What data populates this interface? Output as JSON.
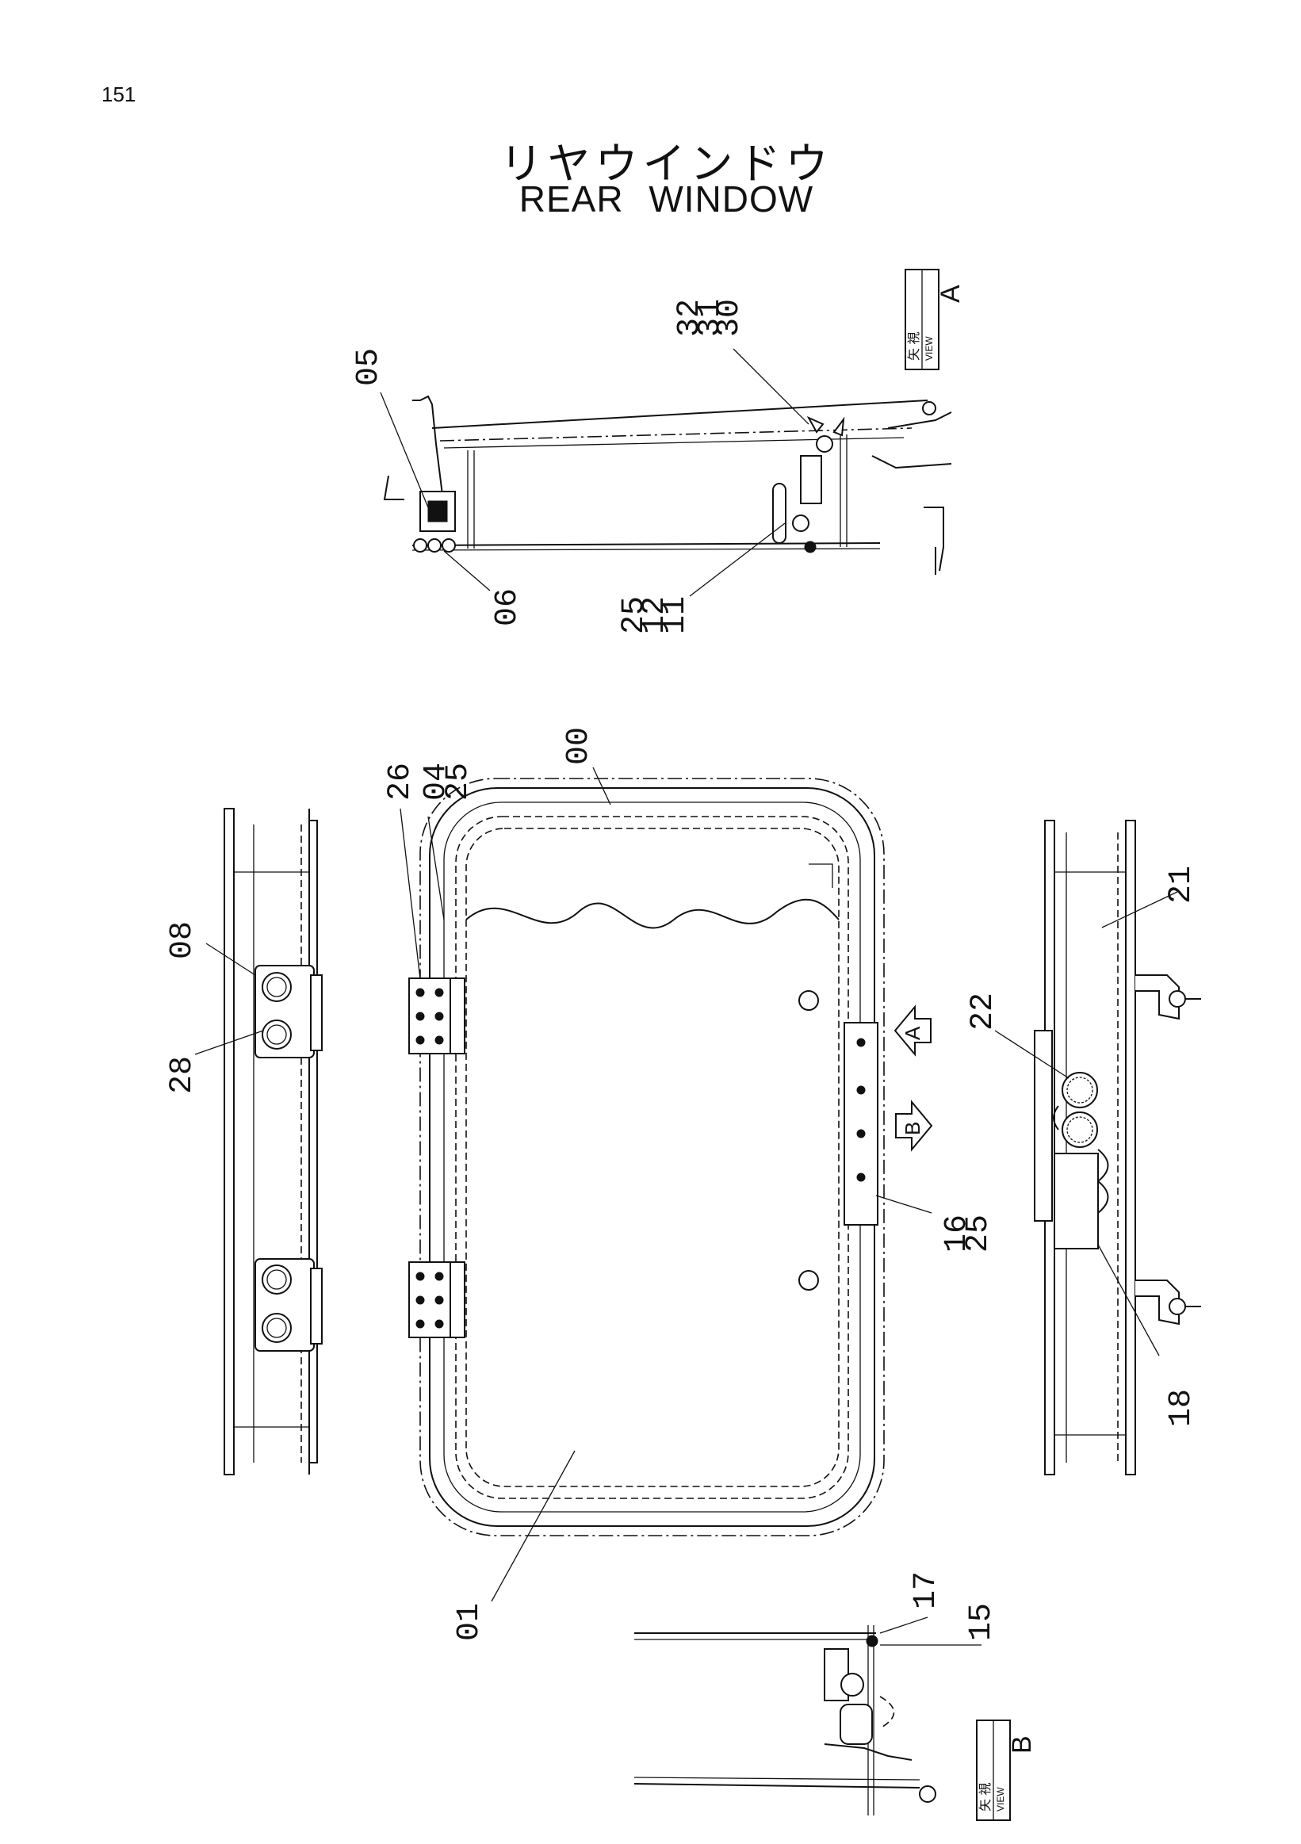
{
  "page_number": "151",
  "title_jp": "リヤウインドウ",
  "title_en": "REAR   WINDOW",
  "view_a": {
    "jp": "矢 視",
    "en": "VIEW",
    "letter": "A"
  },
  "view_b": {
    "jp": "矢 視",
    "en": "VIEW",
    "letter": "B"
  },
  "arrow_a": "A",
  "arrow_b": "B",
  "labels": {
    "l32": "32",
    "l31": "31",
    "l30": "30",
    "l05": "05",
    "l06": "06",
    "l25a": "25",
    "l12": "12",
    "l11": "11",
    "l00": "00",
    "l04": "04",
    "l25b": "25",
    "l26": "26",
    "l08": "08",
    "l28": "28",
    "l21": "21",
    "l22": "22",
    "l18": "18",
    "l16": "16",
    "l25c": "25",
    "l17": "17",
    "l15": "15",
    "l01": "01"
  }
}
